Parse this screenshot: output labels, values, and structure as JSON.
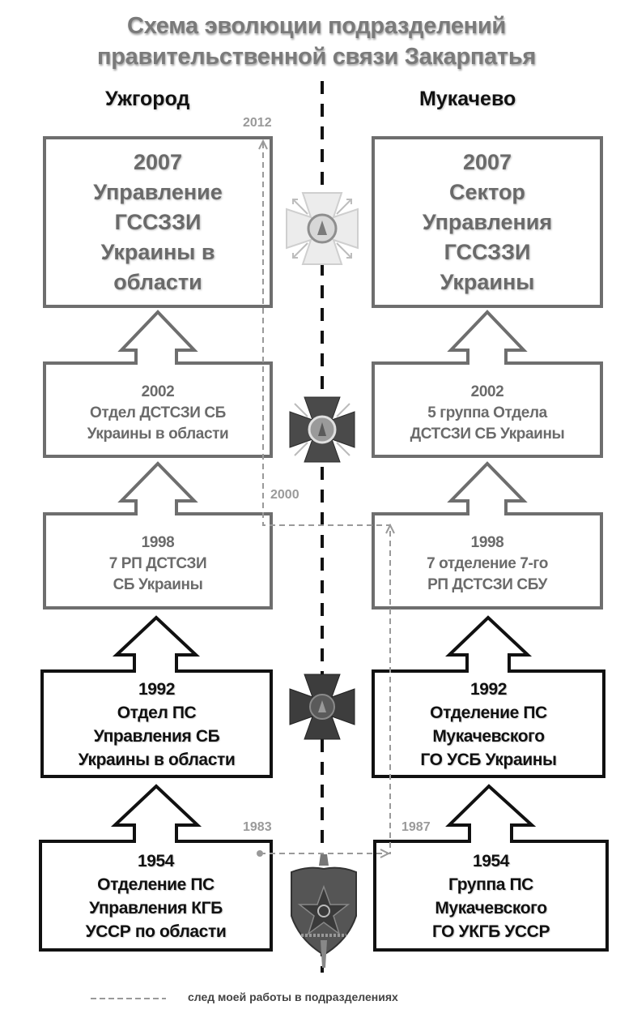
{
  "title": {
    "line1": "Схема эволюции подразделений",
    "line2": "правительственной связи Закарпатья"
  },
  "columns": {
    "left": "Ужгород",
    "right": "Мукачево"
  },
  "rows": [
    {
      "level": "2007",
      "left": [
        "2007",
        "Управление",
        "ГССЗЗИ",
        "Украины в",
        "области"
      ],
      "right": [
        "2007",
        "Сектор",
        "Управления",
        "ГССЗЗИ",
        "Украины"
      ],
      "emblem": "light-cross-emblem"
    },
    {
      "level": "2002",
      "left": [
        "2002",
        "Отдел ДСТСЗИ СБ",
        "Украины в области"
      ],
      "right": [
        "2002",
        "5 группа Отдела",
        "ДСТСЗИ СБ Украины"
      ],
      "emblem": "dark-cross-lightning-emblem"
    },
    {
      "level": "1998",
      "left": [
        "1998",
        "7 РП ДСТСЗИ",
        "СБ Украины"
      ],
      "right": [
        "1998",
        "7 отделение 7-го",
        "РП ДСТСЗИ СБУ"
      ],
      "emblem": null
    },
    {
      "level": "1992",
      "left": [
        "1992",
        "Отдел ПС",
        "Управления СБ",
        "Украины в области"
      ],
      "right": [
        "1992",
        "Отделение ПС",
        "Мукачевского",
        "ГО УСБ Украины"
      ],
      "emblem": "dark-cross-emblem"
    },
    {
      "level": "1954",
      "left": [
        "1954",
        "Отделение ПС",
        "Управления КГБ",
        "УССР по области"
      ],
      "right": [
        "1954",
        "Группа ПС",
        "Мукачевского",
        "ГО УКГБ УССР"
      ],
      "emblem": "kgb-shield-emblem"
    }
  ],
  "trace_years": {
    "start": "1983",
    "move_right": "1987",
    "move_left": "2000",
    "end": "2012"
  },
  "legend": {
    "label": "след моей работы в подразделениях"
  },
  "colors": {
    "modern_border": "#6e6e6e",
    "soviet_border": "#111111",
    "trace_line": "#9a9a9a",
    "title_text": "#7a7a7a"
  }
}
